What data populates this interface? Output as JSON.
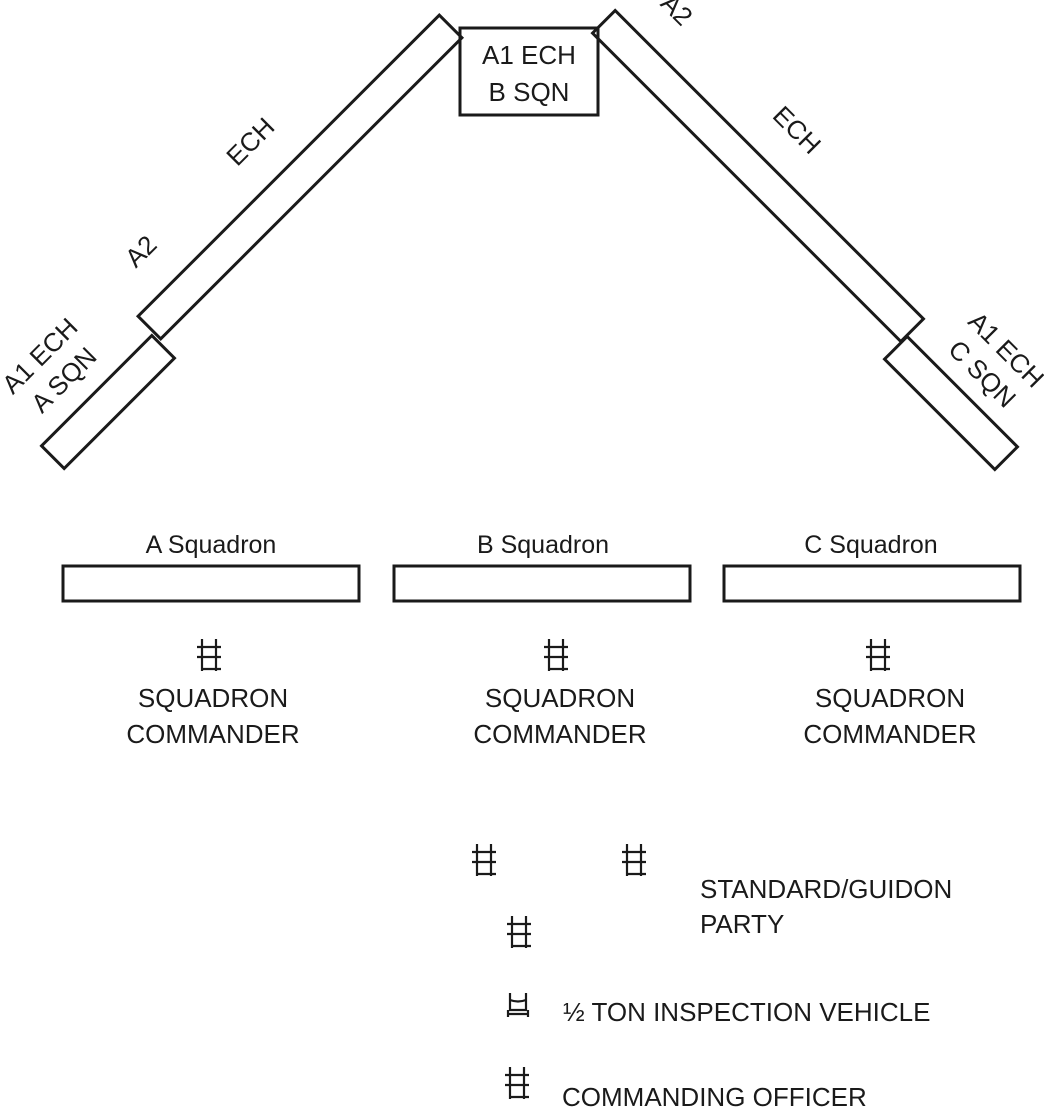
{
  "top_formation": {
    "center_box": {
      "line1": "A1 ECH",
      "line2": "B SQN"
    },
    "left_arm": {
      "label_ech": "ECH",
      "label_a2": "A2"
    },
    "left_end": {
      "line1": "A1 ECH",
      "line2": "A SQN"
    },
    "right_arm": {
      "label_ech": "ECH",
      "label_a2": "A2"
    },
    "right_end": {
      "line1": "A1 ECH",
      "line2": "C SQN"
    }
  },
  "squadrons": [
    {
      "name": "A Squadron",
      "commander_line1": "SQUADRON",
      "commander_line2": "COMMANDER"
    },
    {
      "name": "B Squadron",
      "commander_line1": "SQUADRON",
      "commander_line2": "COMMANDER"
    },
    {
      "name": "C Squadron",
      "commander_line1": "SQUADRON",
      "commander_line2": "COMMANDER"
    }
  ],
  "legend": {
    "standard_party_line1": "STANDARD/GUIDON",
    "standard_party_line2": "PARTY",
    "vehicle": "½ TON INSPECTION VEHICLE",
    "commanding_officer": "COMMANDING OFFICER"
  },
  "icons": {
    "person": "person-marker-icon",
    "vehicle": "vehicle-icon"
  }
}
